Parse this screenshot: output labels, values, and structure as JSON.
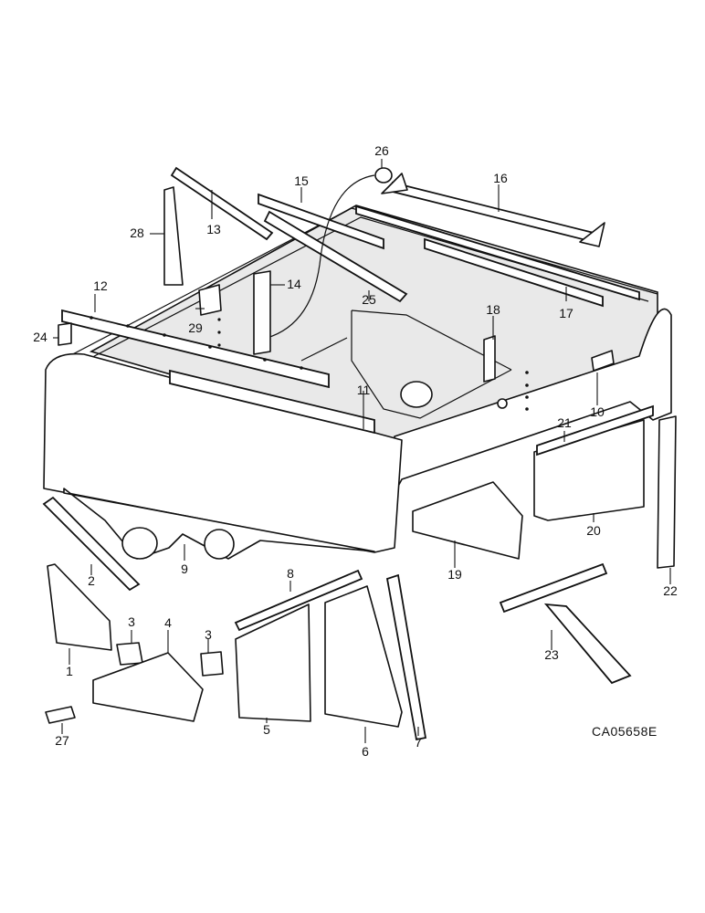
{
  "labels": {
    "p1": "1",
    "p2": "2",
    "p3a": "3",
    "p3b": "3",
    "p4": "4",
    "p5": "5",
    "p6": "6",
    "p7": "7",
    "p8": "8",
    "p9": "9",
    "p10": "10",
    "p11": "11",
    "p12": "12",
    "p13": "13",
    "p14": "14",
    "p15": "15",
    "p16": "16",
    "p17": "17",
    "p18": "18",
    "p19": "19",
    "p20": "20",
    "p21": "21",
    "p22": "22",
    "p23": "23",
    "p24": "24",
    "p25": "25",
    "p26": "26",
    "p27": "27",
    "p28": "28",
    "p29": "29"
  },
  "drawing_code": "CA05658E"
}
